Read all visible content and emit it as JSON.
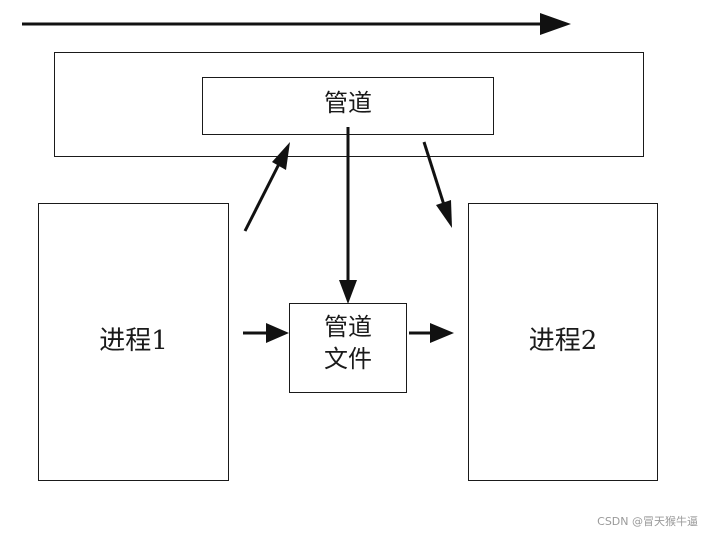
{
  "diagram": {
    "pipe_label": "管道",
    "pipe_file_label_line1": "管道",
    "pipe_file_label_line2": "文件",
    "process1_label": "进程1",
    "process2_label": "进程2"
  },
  "watermark": "CSDN @冒天猴牛逼"
}
